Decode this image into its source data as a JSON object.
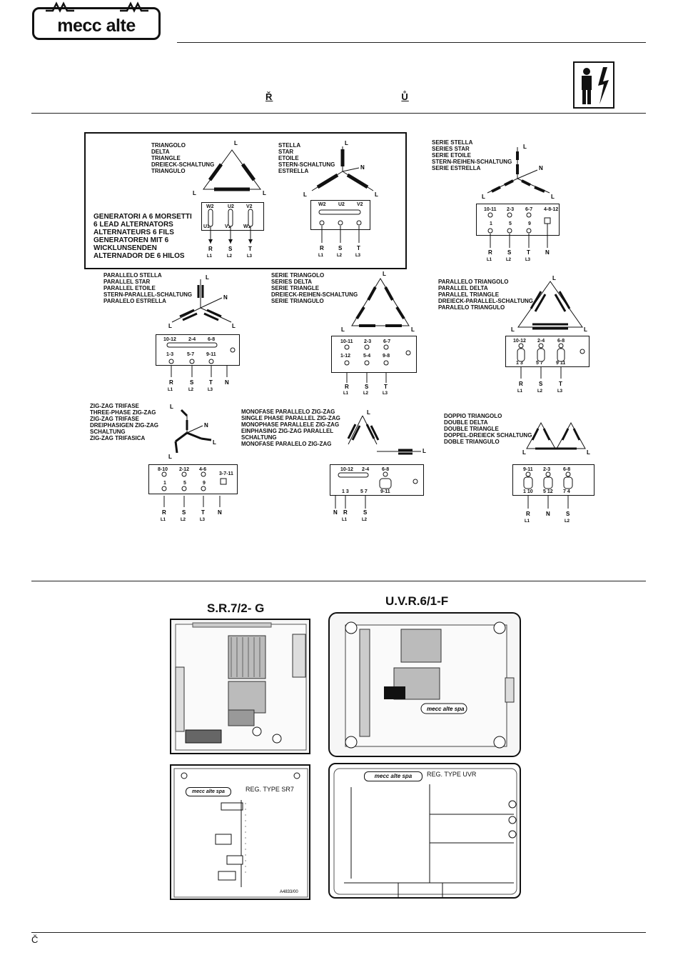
{
  "header": {
    "brand": "mecc alte",
    "title_left": "Ř",
    "title_right": "Ů"
  },
  "six_lead_group": {
    "triangle_label": "TRIANGOLO\nDELTA\nTRIANGLE\nDREIECK-SCHALTUNG\nTRIANGULO",
    "star_label": "STELLA\nSTAR\nETOILE\nSTERN-SCHALTUNG\nESTRELLA",
    "note": "GENERATORI A 6 MORSETTI\n6 LEAD ALTERNATORS\nALTERNATEURS 6 FILS\nGENERATOREN MIT 6\nWICKLUNSENDEN\nALTERNADOR DE 6 HILOS"
  },
  "diagrams": {
    "series_star": "SERIE STELLA\nSERIES STAR\nSERIE ETOILE\nSTERN-REIHEN-SCHALTUNG\nSERIE ESTRELLA",
    "parallel_star": "PARALLELO STELLA\nPARALLEL STAR\nPARALLEL ETOILE\nSTERN-PARALLEL-SCHALTUNG\nPARALELO ESTRELLA",
    "series_delta": "SERIE TRIANGOLO\nSERIES DELTA\nSERIE TRIANGLE\nDREIECK-REIHEN-SCHALTUNG\nSERIE TRIANGULO",
    "parallel_delta": "PARALLELO TRIANGOLO\nPARALLEL DELTA\nPARALLEL TRIANGLE\nDREIECK-PARALLEL-SCHALTUNG\nPARALELO TRIANGULO",
    "zigzag": "ZIG-ZAG TRIFASE\nTHREE-PHASE ZIG-ZAG\nZIG-ZAG TRIFASE\nDREIPHASIGEN ZIG-ZAG\nSCHALTUNG\nZIG-ZAG TRIFASICA",
    "mono_zigzag": "MONOFASE PARALLELO ZIG-ZAG\nSINGLE PHASE PARALLEL ZIG-ZAG\nMONOPHASE PARALLELE ZIG-ZAG\nEINPHASING ZIG-ZAG PARALLEL\nSCHALTUNG\nMONOFASE PARALELO ZIG-ZAG",
    "double_delta": "DOPPIO TRIANGOLO\nDOUBLE DELTA\nDOUBLE TRIANGLE\nDOPPEL-DREIECK SCHALTUNG\nDOBLE TRIANGULO"
  },
  "regulators": {
    "sr7_title": "S.R.7/2- G",
    "uvr_title": "U.V.R.6/1-F",
    "sr7_plate": "mecc alte spa",
    "sr7_type": "REG. TYPE  SR7",
    "uvr_plate": "mecc alte spa",
    "uvr_type": "REG. TYPE  UVR",
    "board_brand": "mecc alte spa"
  },
  "footer": {
    "char": "Č"
  }
}
